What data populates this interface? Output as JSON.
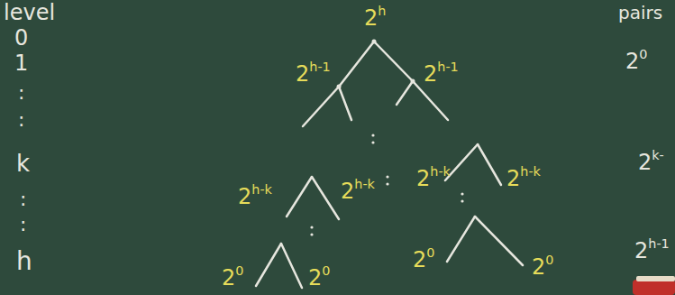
{
  "diagram": {
    "labels": [
      "level",
      "0",
      "1",
      ":",
      ":",
      "k",
      ":",
      ":",
      "h",
      "pairs",
      "20",
      "2k-",
      "2h-1",
      "2h",
      "2h-1",
      "2h-1",
      "2h-k",
      "2h-k",
      "2h-k",
      "2h-k",
      "20",
      "20",
      "20",
      "20"
    ]
  }
}
